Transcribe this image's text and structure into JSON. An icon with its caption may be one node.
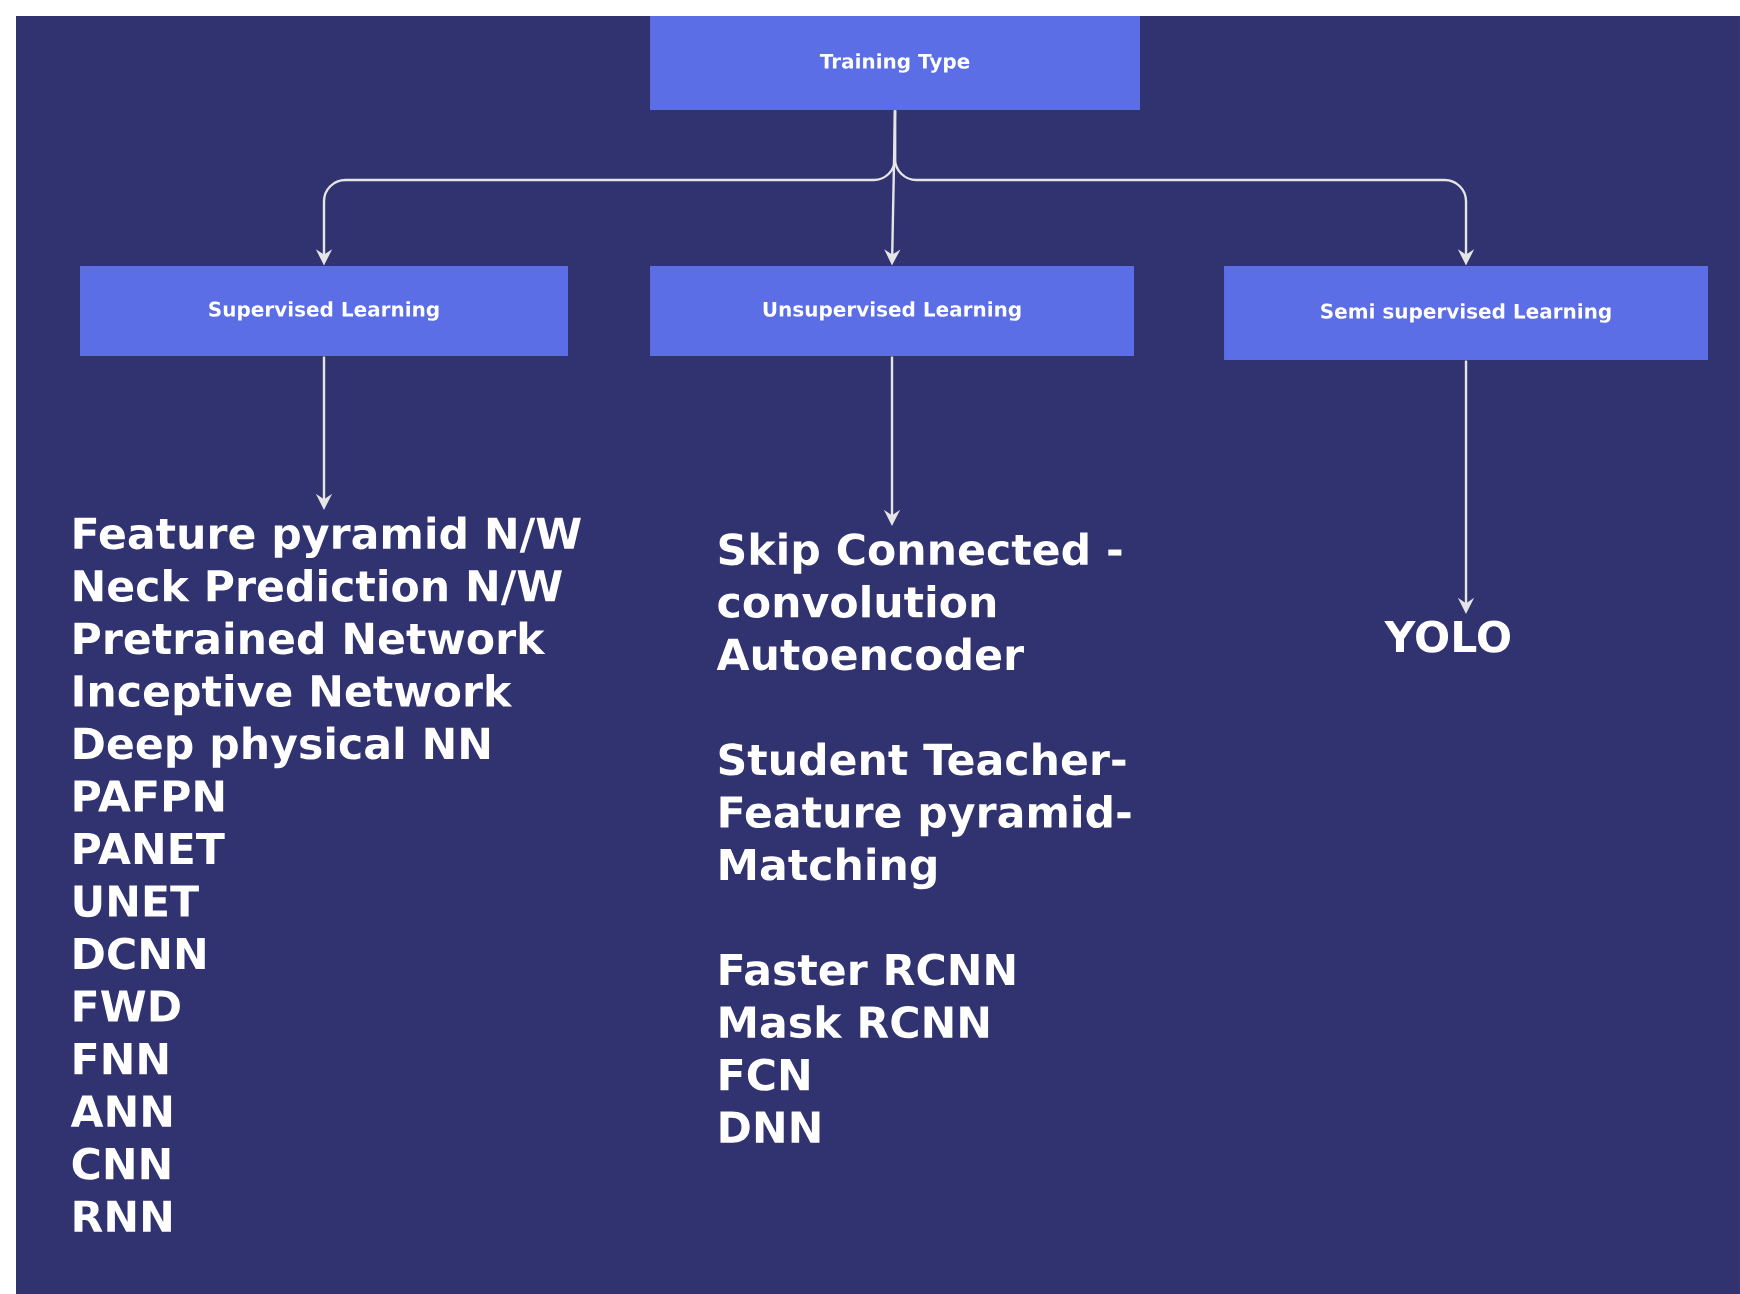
{
  "diagram": {
    "nodes": [
      {
        "text": [
          "Training Type"
        ]
      },
      {
        "text": [
          "Supervised Learning"
        ]
      },
      {
        "text": [
          "Unsupervised Learning"
        ]
      },
      {
        "text": [
          "Semi supervised Learning"
        ]
      },
      {
        "text": [
          "Feature pyramid N/W",
          "Neck Prediction N/W",
          "Pretrained Network",
          "Inceptive Network",
          "Deep physical NN",
          "PAFPN",
          "PANET",
          "UNET",
          "DCNN",
          "FWD",
          "FNN",
          "ANN",
          "CNN",
          "RNN"
        ]
      },
      {
        "text": [
          "Skip Connected - convolution Autoencoder",
          "Student Teacher- Feature pyramid- Matching",
          "Faster RCNN",
          "Mask RCNN",
          "FCN",
          "DNN"
        ]
      },
      {
        "text": [
          "YOLO"
        ]
      }
    ],
    "edges": [
      {
        "from": 0,
        "to": 1,
        "arrow": "to"
      },
      {
        "from": 0,
        "to": 2,
        "arrow": "to"
      },
      {
        "from": 0,
        "to": 3,
        "arrow": "to"
      },
      {
        "from": 1,
        "to": 4,
        "arrow": "to"
      },
      {
        "from": 2,
        "to": 5,
        "arrow": "to"
      },
      {
        "from": 3,
        "to": 6,
        "arrow": "to"
      }
    ]
  }
}
